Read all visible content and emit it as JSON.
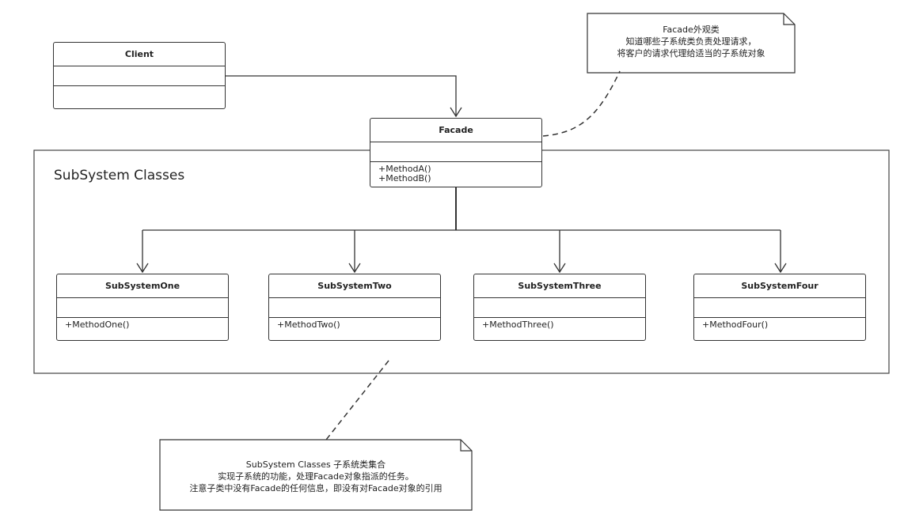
{
  "package": {
    "title": "SubSystem Classes"
  },
  "classes": {
    "client": {
      "name": "Client",
      "methods": []
    },
    "facade": {
      "name": "Facade",
      "methods": [
        "+MethodA()",
        "+MethodB()"
      ]
    },
    "subsystem_one": {
      "name": "SubSystemOne",
      "methods": [
        "+MethodOne()"
      ]
    },
    "subsystem_two": {
      "name": "SubSystemTwo",
      "methods": [
        "+MethodTwo()"
      ]
    },
    "subsystem_three": {
      "name": "SubSystemThree",
      "methods": [
        "+MethodThree()"
      ]
    },
    "subsystem_four": {
      "name": "SubSystemFour",
      "methods": [
        "+MethodFour()"
      ]
    }
  },
  "notes": {
    "facade_note": {
      "lines": [
        "Facade外观类",
        "知道哪些子系统类负责处理请求，",
        "将客户的请求代理给适当的子系统对象"
      ]
    },
    "subsystem_note": {
      "lines": [
        "SubSystem Classes 子系统类集合",
        "实现子系统的功能，处理Facade对象指派的任务。",
        "注意子类中没有Facade的任何信息，即没有对Facade对象的引用"
      ]
    }
  },
  "colors": {
    "stroke": "#333333",
    "background": "#ffffff",
    "text": "#222222"
  }
}
